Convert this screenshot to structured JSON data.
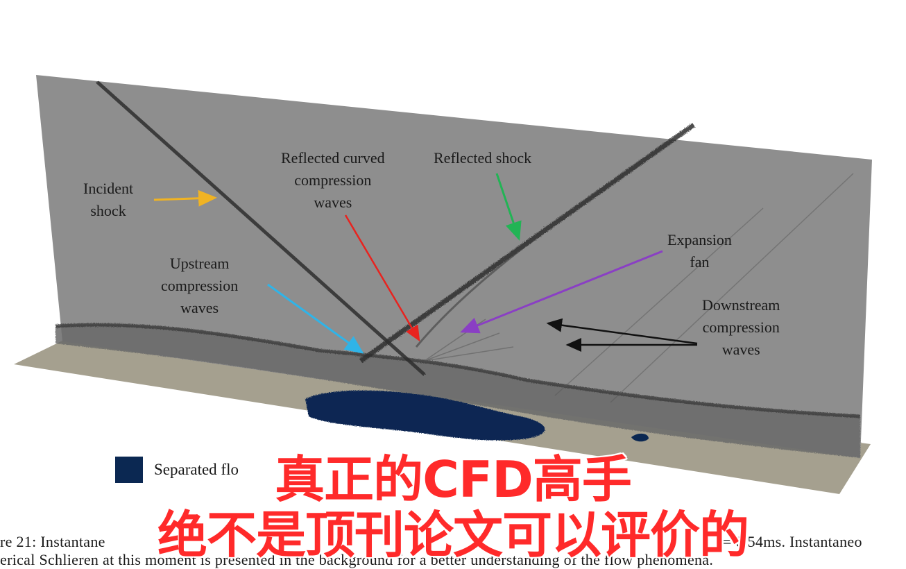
{
  "figure": {
    "annotations": {
      "incident_shock": [
        "Incident",
        "shock"
      ],
      "reflected_curved": [
        "Reflected curved",
        "compression",
        "waves"
      ],
      "reflected_shock": [
        "Reflected shock"
      ],
      "upstream": [
        "Upstream",
        "compression",
        "waves"
      ],
      "expansion_fan": [
        "Expansion",
        "fan"
      ],
      "downstream": [
        "Downstream",
        "compression",
        "waves"
      ]
    },
    "arrow_colors": {
      "incident": "#f0b323",
      "upstream": "#2fb4e8",
      "reflected_curved": "#e8231f",
      "reflected_shock": "#22b455",
      "expansion": "#8a3fc4",
      "downstream": "#111111"
    },
    "legend": {
      "label": "Separated flo",
      "color": "#0b2852"
    }
  },
  "caption": {
    "line1_left": "re 21: Instantane",
    "line1_right": "= 0.54ms. Instantaneo",
    "line2": "erical Schlieren at this moment is presented in the background for a better understanding of the flow phenomena."
  },
  "overlay": {
    "line1": "真正的CFD高手",
    "line2": "绝不是顶刊论文可以评价的"
  }
}
